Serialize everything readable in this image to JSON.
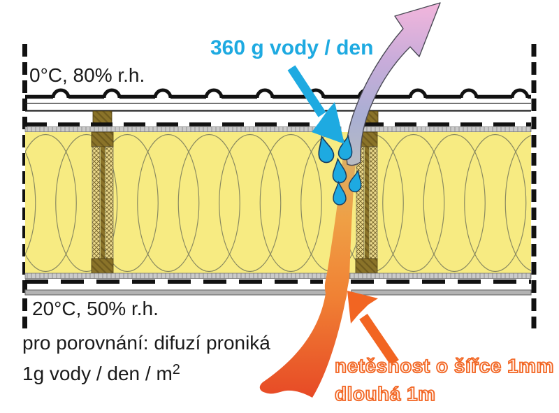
{
  "labels": {
    "exterior_condition": "0°C, 80% r.h.",
    "interior_condition": "20°C, 50% r.h.",
    "water_amount": "360 g vody / den",
    "comparison_line1": "pro porovnání: difuzí proniká",
    "comparison_line2": "1g vody / den / m",
    "comparison_superscript": "2",
    "leak_line1": "netěsnost o šířce 1mm",
    "leak_line2": "dlouhá 1m"
  },
  "icons": {
    "vapor_flow_arrow": "large curved arrow rising through roof, blue-gray to pink gradient",
    "water_drop_icon": "teardrop of condensed water",
    "cyan_callout_arrow": "cyan arrow pointing to leak from above",
    "orange_callout_arrow": "orange arrow pointing to the 1mm gap",
    "warm_air_stream": "orange plume of warm indoor air escaping through leak"
  },
  "colors": {
    "cyan": "#1EAAE1",
    "orange": "#F26522",
    "insulation_yellow": "#F7EB82",
    "wood_brown": "#8A7329",
    "text_black": "#1A1A1A",
    "arrow_pink": "#F3B6DC",
    "arrow_blue_gray": "#B9BCC2",
    "stream_deep_orange": "#E74A26"
  }
}
